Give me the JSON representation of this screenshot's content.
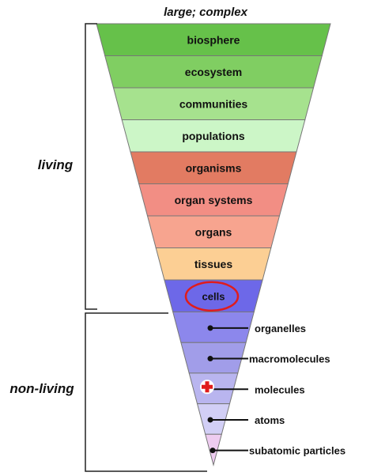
{
  "title": "large; complex",
  "groups": {
    "living": "living",
    "non_living": "non-living"
  },
  "levels": [
    {
      "name": "biosphere",
      "color": "#66c14a"
    },
    {
      "name": "ecosystem",
      "color": "#80ce62"
    },
    {
      "name": "communities",
      "color": "#a6e28e"
    },
    {
      "name": "populations",
      "color": "#ccf6c7"
    },
    {
      "name": "organisms",
      "color": "#e27b62"
    },
    {
      "name": "organ systems",
      "color": "#f28e84"
    },
    {
      "name": "organs",
      "color": "#f7a48f"
    },
    {
      "name": "tissues",
      "color": "#fccf94"
    },
    {
      "name": "cells",
      "color": "#6d68e8",
      "highlighted": true,
      "highlight_color": "#e01c1c"
    }
  ],
  "sublevels": [
    {
      "name": "organelles",
      "color": "#8c87ec"
    },
    {
      "name": "macromolecules",
      "color": "#a19de9"
    },
    {
      "name": "molecules",
      "color": "#b9b5ef",
      "marker": "red-cross"
    },
    {
      "name": "atoms",
      "color": "#d2cff6"
    },
    {
      "name": "subatomic particles",
      "color": "#eeccf0"
    }
  ]
}
